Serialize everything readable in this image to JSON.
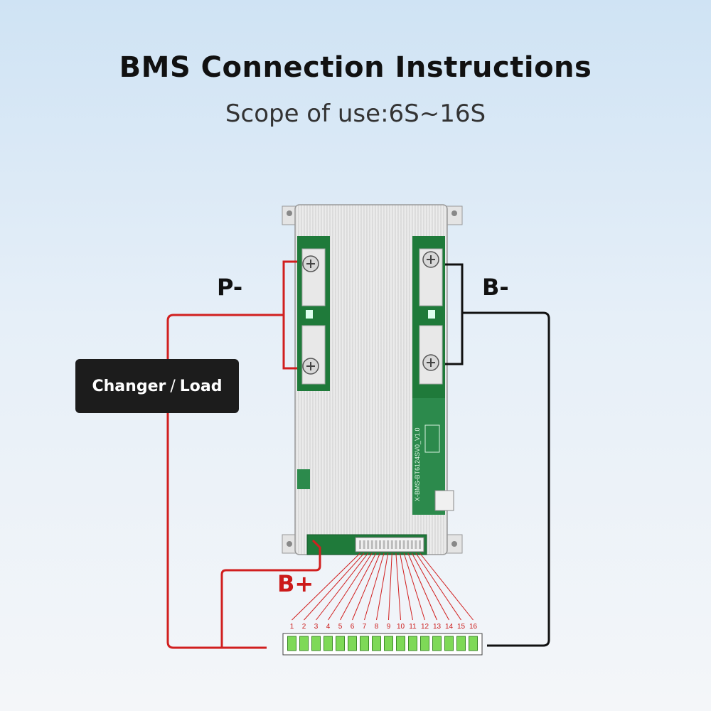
{
  "header": {
    "title": "BMS Connection Instructions",
    "subtitle": "Scope of use:6S~16S"
  },
  "labels": {
    "p_minus": "P-",
    "b_minus": "B-",
    "b_plus": "B+",
    "load_part1": "Changer",
    "load_sep": "/",
    "load_part2": "Load"
  },
  "board": {
    "pcb_marking": "X-BMS-BT6124SV0_V1.0"
  },
  "cells": {
    "numbers": [
      "1",
      "2",
      "3",
      "4",
      "5",
      "6",
      "7",
      "8",
      "9",
      "10",
      "11",
      "12",
      "13",
      "14",
      "15",
      "16"
    ]
  },
  "colors": {
    "positive_wire": "#d11f1f",
    "negative_wire": "#111111",
    "pcb_green": "#1f7a3a",
    "cell_green": "#7ed957",
    "label_box": "#1c1c1c"
  }
}
